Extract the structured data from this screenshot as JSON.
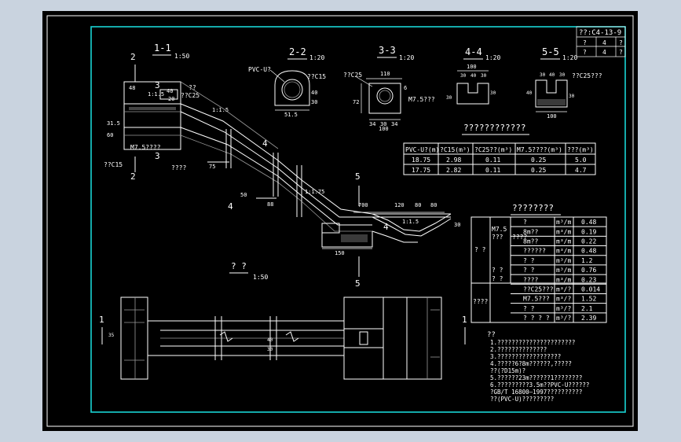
{
  "sections": {
    "s11": {
      "label": "1-1",
      "scale": "1:50"
    },
    "s22": {
      "label": "2-2",
      "scale": "1:20"
    },
    "s33": {
      "label": "3-3",
      "scale": "1:20"
    },
    "s44": {
      "label": "4-4",
      "scale": "1:20"
    },
    "s55": {
      "label": "5-5",
      "scale": "1:20"
    },
    "plan": {
      "label": "? ?",
      "scale": "1:50"
    }
  },
  "title_block": {
    "code": "??:C4-13-9",
    "rows": [
      [
        "?",
        "4",
        "?"
      ],
      [
        "?",
        "4",
        "?"
      ]
    ]
  },
  "labels": {
    "pvc": "PVC-U?",
    "c15": "??C15",
    "c25": "??C25",
    "c25b": "??C25",
    "c25c": "??C25???",
    "c25d": "??C25???",
    "m75": "M7.5???",
    "m75b": "M7.5????",
    "c15b": "??C15",
    "q": "??",
    "q4": "????",
    "n2": "2",
    "n3": "3",
    "n4": "4",
    "n5": "5",
    "n1": "1"
  },
  "dims": {
    "d48": "48",
    "d40": "40",
    "d15a": "1:1.5",
    "d20": "20",
    "d325": "31.5",
    "d60": "60",
    "d75": "75",
    "d15b": "1:1.5",
    "d50": "50",
    "d88": "88",
    "d175": "1:1.75",
    "d700": "700",
    "d120": "120",
    "d80": "80",
    "d80b": "80",
    "d150": "150",
    "d15c": "1:1.5",
    "d30": "30",
    "d40b": "40",
    "d30b": "30",
    "d515": "51.5",
    "d110": "110",
    "d6": "6",
    "d72": "72",
    "d34": "34",
    "d30c": "30",
    "d34b": "34",
    "d100a": "100",
    "d100b": "100",
    "d30d": "30",
    "d40c": "40",
    "d30e": "30",
    "d100c": "100",
    "d30f": "30",
    "d30g": "30",
    "d40d": "40",
    "d30h": "30",
    "d100d": "100",
    "d35": "35",
    "d30i": "30",
    "d40e": "40",
    "d30j": "30",
    "d40f": "40",
    "d30k": "30"
  },
  "table1": {
    "title": "????????????",
    "headers": [
      "PVC-U?(m)",
      "?C15(m³)",
      "?C25??(m³)",
      "M7.5????(m³)",
      "???(m³)"
    ],
    "rows": [
      [
        "18.75",
        "2.98",
        "0.11",
        "0.25",
        "5.0"
      ],
      [
        "17.75",
        "2.82",
        "0.11",
        "0.25",
        "4.7"
      ]
    ]
  },
  "table2": {
    "title": "????????",
    "group1": "? ?",
    "group2": "????",
    "rows": [
      {
        "c1": "M7.5",
        "c1b": "???",
        "c2": "?",
        "unit": "m³/m",
        "val": "0.48"
      },
      {
        "c2": "8m??",
        "c2a": "????",
        "unit": "m³/m",
        "val": "0.19"
      },
      {
        "c2": "8m??",
        "unit": "m³/m",
        "val": "0.22"
      },
      {
        "c2": "??????",
        "unit": "m³/m",
        "val": "0.48"
      },
      {
        "c2": "? ?",
        "unit": "m³/m",
        "val": "1.2"
      },
      {
        "c1": "? ?",
        "c2": "? ?",
        "unit": "m³/m",
        "val": "0.76"
      },
      {
        "c1": "? ?",
        "c2": "????",
        "unit": "m³/m",
        "val": "0.23"
      },
      {
        "c2": "??C25???",
        "unit": "m³/?",
        "val": "0.014"
      },
      {
        "c2": "M7.5???",
        "unit": "m³/?",
        "val": "1.52"
      },
      {
        "c2": "? ?",
        "unit": "m³/?",
        "val": "2.1"
      },
      {
        "c2": "? ? ? ?",
        "unit": "m³/?",
        "val": "2.39"
      }
    ]
  },
  "notes": {
    "title": "??",
    "lines": [
      "1.??????????????????????",
      "2.??????????????",
      "3.??????????????????",
      "4.?????6?8m??????,?????",
      "  ??(?D15m)?",
      "5.??????23m??????1????????",
      "6.?????????3.5m??PVC-U??????",
      "  ?GB/T 16800—1997??????????",
      "  ??(PVC-U)?????????"
    ]
  }
}
